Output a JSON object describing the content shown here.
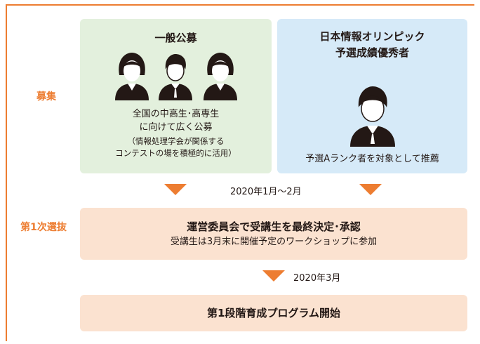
{
  "stages": {
    "recruit": "募集",
    "first_selection": "第1次選抜"
  },
  "general": {
    "title": "一般公募",
    "line1": "全国の中高生･高専生",
    "line2": "に向けて広く公募",
    "note1": "（情報処理学会が関係する",
    "note2": "コンテストの場を積極的に活用）"
  },
  "olympiad": {
    "title1": "日本情報オリンピック",
    "title2": "予選成績優秀者",
    "desc": "予選Aランク者を対象として推薦"
  },
  "dates": {
    "first": "2020年1月～2月",
    "second": "2020年3月"
  },
  "committee": {
    "title": "運営委員会で受講生を最終決定･承認",
    "desc": "受講生は3月末に開催予定のワークショップに参加"
  },
  "program": {
    "title": "第1段階育成プログラム開始"
  },
  "icons": [
    "female-student-icon",
    "male-student-icon",
    "female-student-icon",
    "male-student-icon"
  ],
  "colors": {
    "accent": "#ed7d31",
    "green_box": "#e3f0dd",
    "blue_box": "#d6eaf8",
    "peach_box": "#fbe2d0"
  }
}
